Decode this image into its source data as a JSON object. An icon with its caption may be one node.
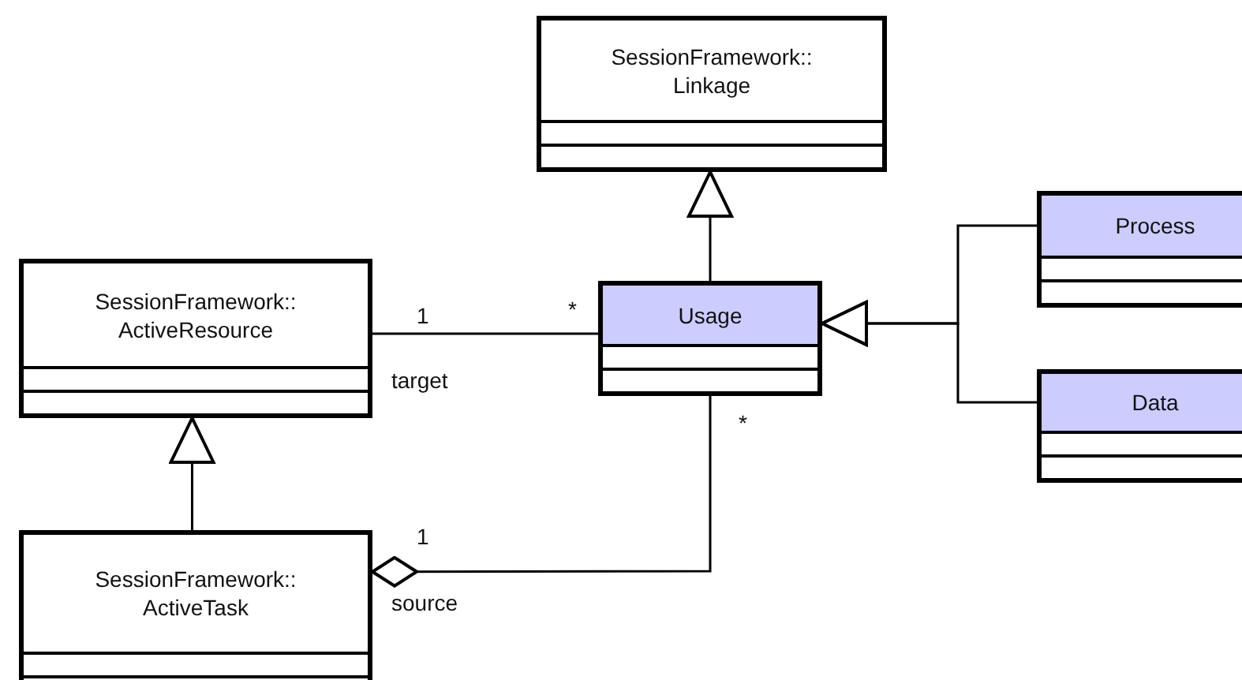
{
  "diagram": {
    "nodes": [
      {
        "text": [
          "SessionFramework:: Linkage"
        ]
      },
      {
        "text": [
          "SessionFramework:: ActiveResource"
        ]
      },
      {
        "text": [
          "Usage"
        ]
      },
      {
        "text": [
          "Process"
        ]
      },
      {
        "text": [
          "Data"
        ]
      },
      {
        "text": [
          "SessionFramework:: ActiveTask"
        ]
      }
    ],
    "edges": [
      {
        "from": 2,
        "to": 0,
        "arrow": "to"
      },
      {
        "from": 1,
        "to": 2,
        "arrow": "none",
        "label": "target"
      },
      {
        "from": 5,
        "to": 1,
        "arrow": "to"
      },
      {
        "from": 2,
        "to": 5,
        "arrow": "other",
        "label": "source"
      },
      {
        "from": 3,
        "to": 2,
        "arrow": "to"
      },
      {
        "from": 4,
        "to": 2,
        "arrow": "to"
      }
    ],
    "labels": [
      "*",
      "1",
      "*",
      "1"
    ]
  }
}
